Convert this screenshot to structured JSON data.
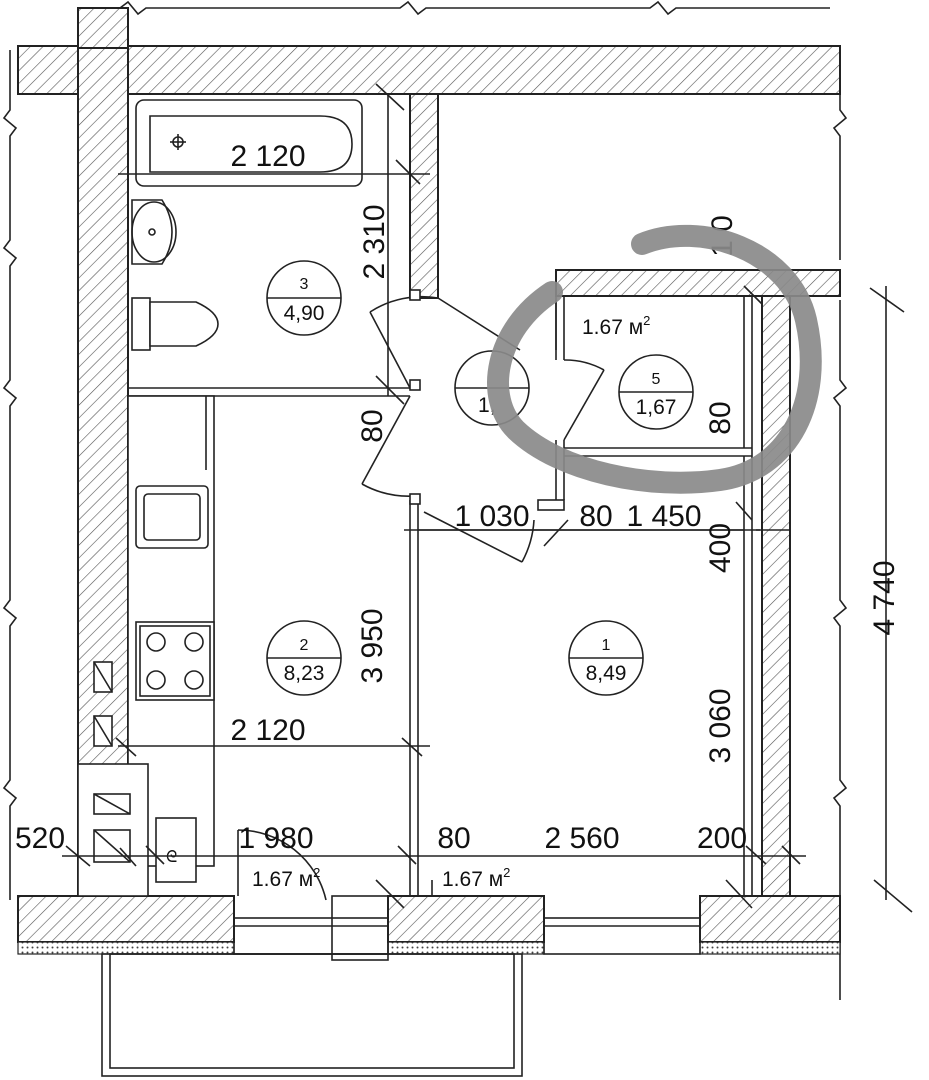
{
  "rooms": [
    {
      "id": "room-1",
      "number": "1",
      "area": "8,49"
    },
    {
      "id": "room-2",
      "number": "2",
      "area": "8,23"
    },
    {
      "id": "room-3",
      "number": "3",
      "area": "4,90"
    },
    {
      "id": "room-4",
      "number": "1,",
      "area": ""
    },
    {
      "id": "room-5",
      "number": "5",
      "area": "1,67"
    }
  ],
  "dimensions": {
    "bath_width_top": "2 120",
    "bath_depth": "2 310",
    "door_offset": "80",
    "hall_width": "1 030",
    "closet_wall": "80",
    "closet_width": "1 450",
    "closet_depth": "80",
    "partition_gap": "400",
    "kitchen_length": "3 950",
    "kitchen_width": "2 120",
    "room_depth": "3 060",
    "overall_depth": "4 740",
    "top_right_partial": "1 0",
    "left_wall": "520",
    "kitchen_bottom": "1 980",
    "mid_wall": "80",
    "room_width": "2 560",
    "right_wall": "200"
  },
  "area_labels": {
    "closet": "1.67 м",
    "kitchen_bottom": "1.67 м",
    "room_bottom": "1.67 м",
    "superscript": "2"
  },
  "highlight_color": "#8a8a8a"
}
